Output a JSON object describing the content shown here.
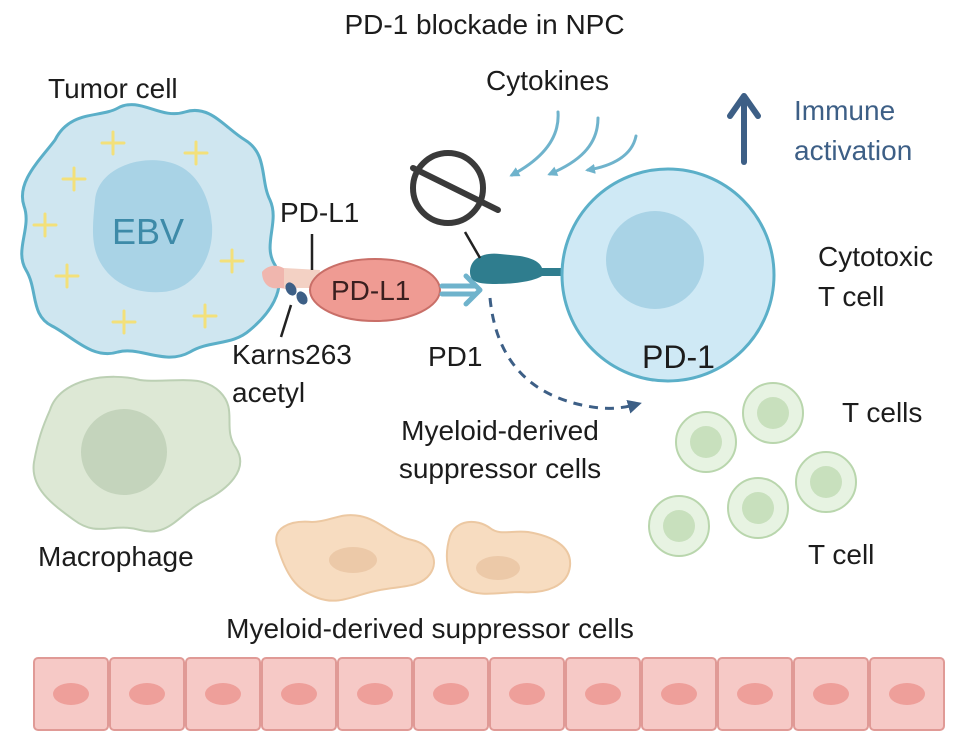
{
  "title": "PD-1 blockade in NPC",
  "tumor": {
    "label": "Tumor cell",
    "virus": "EBV"
  },
  "pdl1": {
    "receptor_label": "PD-L1",
    "top_label": "PD-L1",
    "modification_line1": "Karns263",
    "modification_line2": "acetyl"
  },
  "pd1": {
    "receptor_label": "PD1",
    "cell_label": "PD-1"
  },
  "cytokines": {
    "label": "Cytokines"
  },
  "immune": {
    "line1": "Immune",
    "line2": "activation"
  },
  "cytotoxic": {
    "line1": "Cytotoxic",
    "line2": "T cell"
  },
  "mdsc_mid": {
    "line1": "Myeloid-derived",
    "line2": "suppressor cells"
  },
  "t_cells": {
    "label_plural": "T cells",
    "label_single": "T cell"
  },
  "macrophage": {
    "label": "Macrophage"
  },
  "mdsc_bottom": {
    "label": "Myeloid-derived suppressor cells"
  },
  "colors": {
    "tumor_fill": "#cfe6f0",
    "tumor_border": "#5bafc8",
    "nucleus_fill": "#a9d3e6",
    "sparkle": "#f3e07a",
    "pdl1_fill": "#ef9b93",
    "pd1_receptor": "#2f7d8e",
    "arrow_blue": "#6fb3cc",
    "dashed_arrow": "#3d5f86",
    "tcell_fill": "#dff0db",
    "macrophage_fill": "#dde8d5",
    "mdsc_fill": "#f7dcc0",
    "epithelium_fill": "#f6c9c6"
  }
}
